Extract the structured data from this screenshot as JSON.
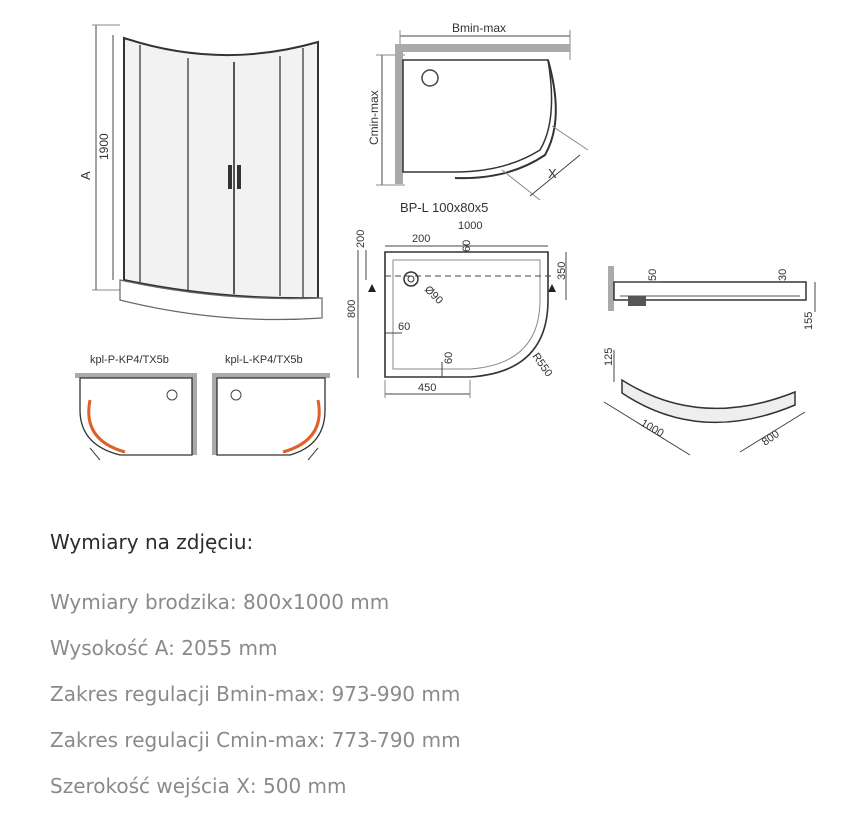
{
  "diagram": {
    "labels": {
      "bmin_max": "Bmin-max",
      "cmin_max": "Cmin-max",
      "x": "X",
      "a": "A",
      "height_1900": "1900",
      "tray_model": "BP-L 100x80x5",
      "d1000_top": "1000",
      "d200_left": "200",
      "d200_top": "200",
      "d60_top": "60",
      "d350": "350",
      "d800": "800",
      "d60_left": "60",
      "d90": "Ø90",
      "d60_bottom": "60",
      "d450": "450",
      "r550": "R550",
      "side_50": "50",
      "side_30": "30",
      "side_155": "155",
      "front_125": "125",
      "front_1000": "1000",
      "front_800": "800",
      "kit_right": "kpl-P-KP4/TX5b",
      "kit_left": "kpl-L-KP4/TX5b"
    }
  },
  "info": {
    "heading": "Wymiary na zdjęciu:",
    "specs": [
      "Wymiary brodzika: 800x1000 mm",
      "Wysokość A: 2055 mm",
      "Zakres regulacji Bmin-max: 973-990 mm",
      "Zakres regulacji Cmin-max: 773-790 mm",
      "Szerokość wejścia X: 500 mm"
    ]
  },
  "colors": {
    "accent": "#e0602a",
    "line": "#444444",
    "glass": "#f2f2f2"
  }
}
